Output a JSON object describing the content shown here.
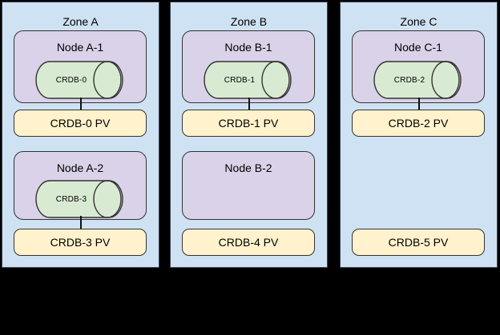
{
  "diagram": {
    "background_color": "#000000",
    "colors": {
      "zone_fill": "#cfe2f3",
      "node_fill": "#d9d2e9",
      "pod_fill": "#d9ead3",
      "pv_fill": "#fff2cc",
      "shape_border": "#333333",
      "text": "#000000"
    }
  },
  "zones": [
    {
      "label": "Zone A",
      "rows": [
        {
          "node": {
            "label": "Node A-1",
            "pod": {
              "label": "CRDB-0"
            }
          },
          "pv": {
            "label": "CRDB-0 PV"
          },
          "connected": true
        },
        {
          "node": {
            "label": "Node A-2",
            "pod": {
              "label": "CRDB-3"
            }
          },
          "pv": {
            "label": "CRDB-3 PV"
          },
          "connected": true
        }
      ]
    },
    {
      "label": "Zone B",
      "rows": [
        {
          "node": {
            "label": "Node B-1",
            "pod": {
              "label": "CRDB-1"
            }
          },
          "pv": {
            "label": "CRDB-1 PV"
          },
          "connected": true
        },
        {
          "node": {
            "label": "Node B-2",
            "pod": null
          },
          "pv": {
            "label": "CRDB-4 PV"
          },
          "connected": false
        }
      ]
    },
    {
      "label": "Zone C",
      "rows": [
        {
          "node": {
            "label": "Node C-1",
            "pod": {
              "label": "CRDB-2"
            }
          },
          "pv": {
            "label": "CRDB-2 PV"
          },
          "connected": true
        },
        {
          "node": null,
          "pv": {
            "label": "CRDB-5 PV"
          },
          "connected": false
        }
      ]
    }
  ]
}
